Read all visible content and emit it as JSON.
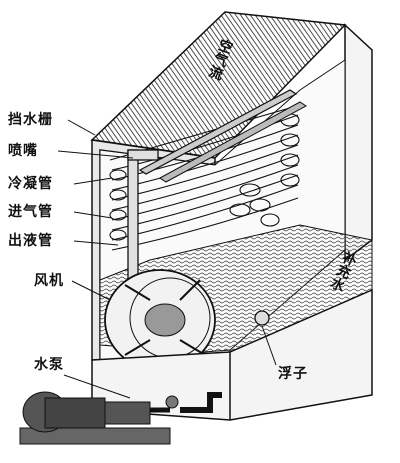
{
  "labels": {
    "baffle": "挡水栅",
    "nozzle": "喷嘴",
    "condenser_tube": "冷凝管",
    "inlet_pipe": "进气管",
    "outlet_pipe": "出液管",
    "fan": "风机",
    "pump": "水泵",
    "float": "浮子",
    "makeup_water": "补充水",
    "airflow": "空气流"
  }
}
